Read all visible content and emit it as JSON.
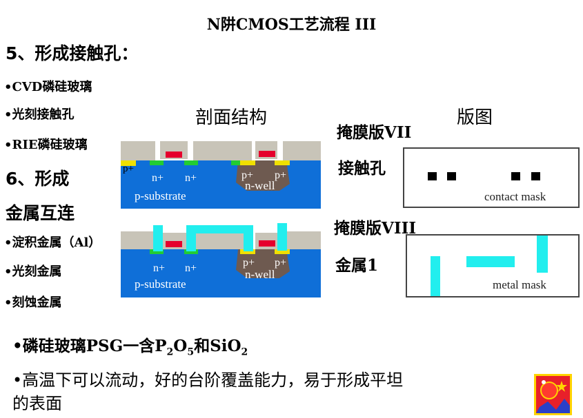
{
  "slide_title": "N阱CMOS工艺流程 III",
  "section5": {
    "heading": "5、形成接触孔：",
    "steps": [
      "•CVD磷硅玻璃",
      "•光刻接触孔",
      "•RIE磷硅玻璃"
    ]
  },
  "section6": {
    "heading_line1": "6、形成",
    "heading_line2": "金属互连",
    "steps": [
      "•淀积金属（Al）",
      "•光刻金属",
      "•刻蚀金属"
    ]
  },
  "captions": {
    "cross_section": "剖面结构",
    "layout": "版图"
  },
  "mask7": {
    "title": "掩膜版VII",
    "name": "接触孔",
    "box_label": "contact mask"
  },
  "mask8": {
    "title": "掩膜版VIII",
    "name": "金属1",
    "box_label": "metal mask"
  },
  "cross_section_labels": {
    "n_plus": "n+",
    "p_plus": "p+",
    "substrate": "p-substrate",
    "well": "n-well"
  },
  "notes": {
    "psg_prefix": "•磷硅玻璃PSG一含P",
    "p_sub": "2",
    "o_letter": "O",
    "o_sub": "5",
    "and_sio": "和SiO",
    "sio_sub": "2",
    "flow_line1": "•高温下可以流动，好的台阶覆盖能力，易于形成平坦",
    "flow_line2": "的表面"
  },
  "colors": {
    "substrate_blue": "#0f6fd8",
    "field_oxide": "#c8c4b8",
    "n_well": "#6e5a50",
    "gate_poly": "#e5002d",
    "diffusion_green": "#22cc33",
    "p_plus_yellow": "#f0e000",
    "metal_cyan": "#22eeee",
    "contact_black": "#000000"
  }
}
